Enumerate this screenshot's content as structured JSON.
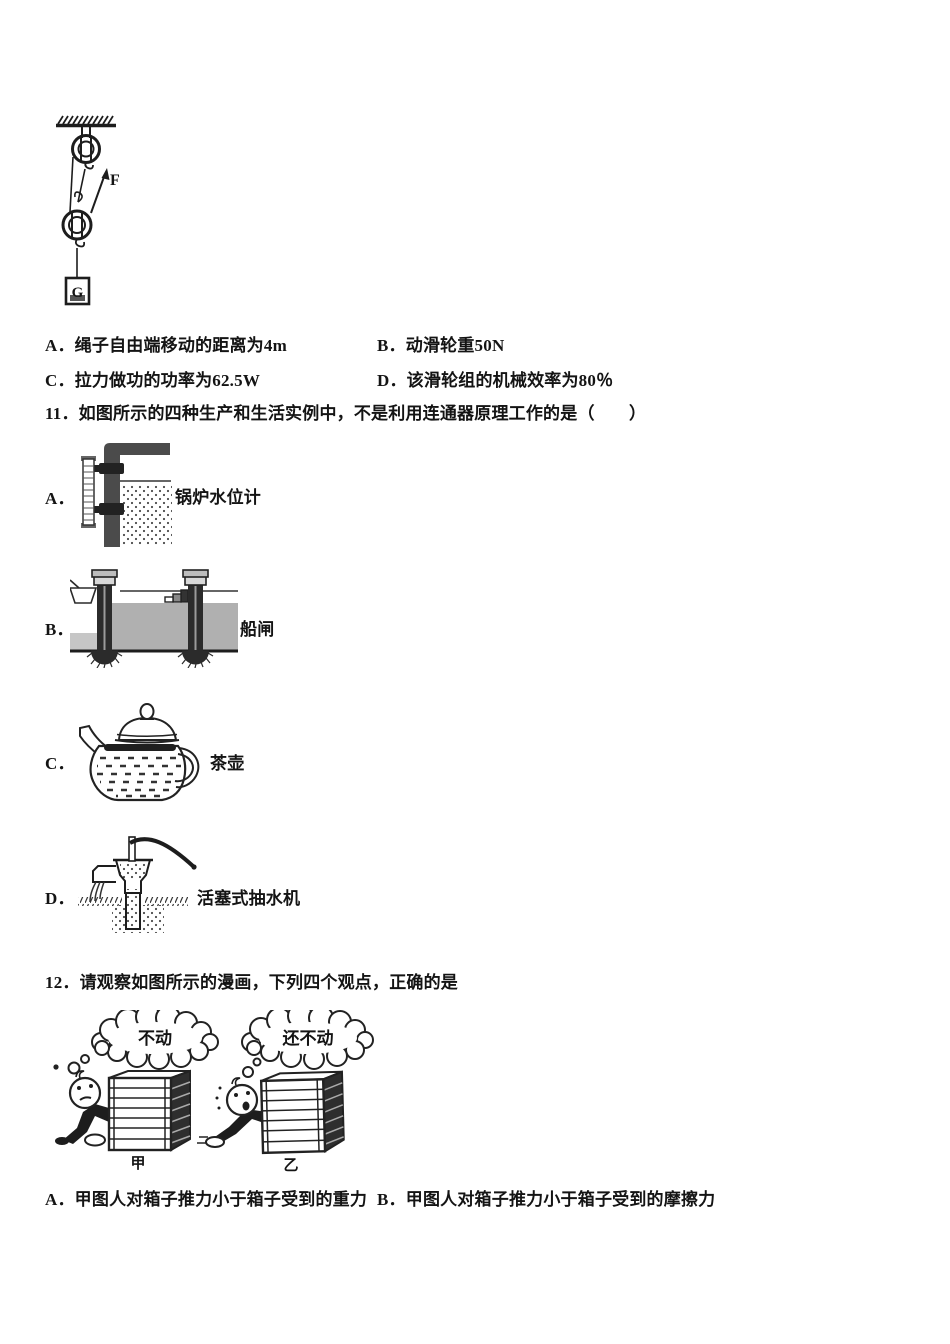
{
  "colors": {
    "ink": "#1d1d1d",
    "pipe_dark": "#4b4b4b",
    "flange_dark": "#222222",
    "water_gray": "#b0b0b0",
    "ground_gray": "#c6c6c6",
    "crate_side_dark": "#2e2e2e",
    "paper": "#ffffff"
  },
  "q10": {
    "figure": "pulley-system",
    "force_label": "F",
    "weight_label": "G",
    "options": [
      {
        "label": "A．绳子自由端移动的距离为4m"
      },
      {
        "label": "B．动滑轮重50N"
      },
      {
        "label": "C．拉力做功的功率为62.5W"
      },
      {
        "label": "D．该滑轮组的机械效率为80％"
      }
    ]
  },
  "q11": {
    "stem": "11．如图所示的四种生产和生活实例中，不是利用连通器原理工作的是（　　）",
    "options": [
      {
        "letter": "A．",
        "caption": "锅炉水位计",
        "figure": "boiler-water-level-gauge"
      },
      {
        "letter": "B．",
        "caption": "船闸",
        "figure": "ship-lock"
      },
      {
        "letter": "C．",
        "caption": "茶壶",
        "figure": "teapot"
      },
      {
        "letter": "D．",
        "caption": "活塞式抽水机",
        "figure": "piston-water-pump"
      }
    ]
  },
  "q12": {
    "stem": "12．请观察如图所示的漫画，下列四个观点，正确的是",
    "cartoon": {
      "thought_left": "不动",
      "thought_right": "还不动",
      "label_left": "甲",
      "label_right": "乙"
    },
    "options": [
      {
        "label": "A．甲图人对箱子推力小于箱子受到的重力"
      },
      {
        "label": "B．甲图人对箱子推力小于箱子受到的摩擦力"
      }
    ]
  }
}
